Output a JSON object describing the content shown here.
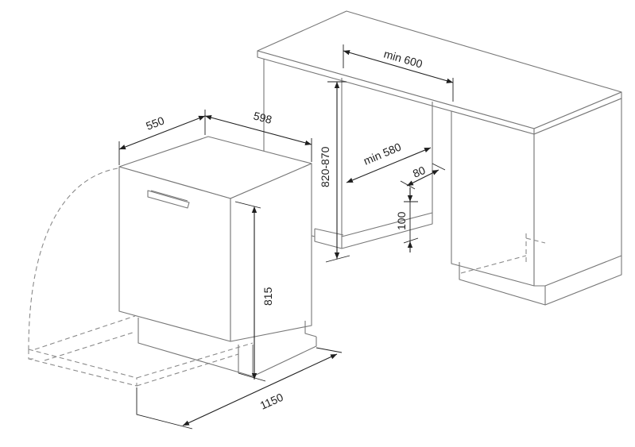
{
  "dimensions": {
    "depth": "550",
    "width": "598",
    "height": "815",
    "door_swing": "1150",
    "niche_width": "min 600",
    "niche_depth": "min 580",
    "niche_height": "820-870",
    "plinth_depth": "80",
    "plinth_height": "100"
  },
  "colors": {
    "outline": "#777777",
    "dimension_line": "#1f1f1f",
    "background": "#ffffff"
  }
}
